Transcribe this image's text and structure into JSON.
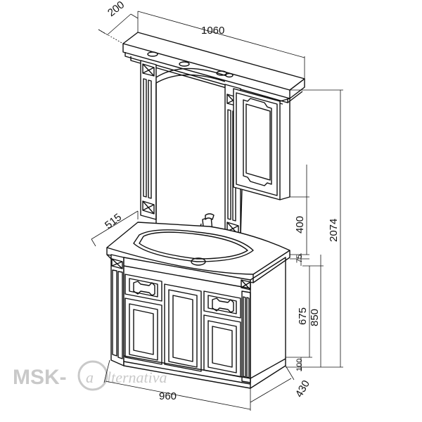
{
  "dimensions": {
    "depth_top": "200",
    "width_top": "1060",
    "depth_basin": "515",
    "cabinet_height": "400",
    "total_height": "2074",
    "basin_thickness": "75",
    "vanity_height": "675",
    "floor_to_basin": "850",
    "plinth_height": "100",
    "vanity_width": "960",
    "vanity_depth": "430"
  },
  "watermark": {
    "text": "MSK-",
    "logo_letter": "a",
    "script_text": "lternativa"
  },
  "colors": {
    "line": "#111111",
    "watermark": "#c9c9c9"
  }
}
